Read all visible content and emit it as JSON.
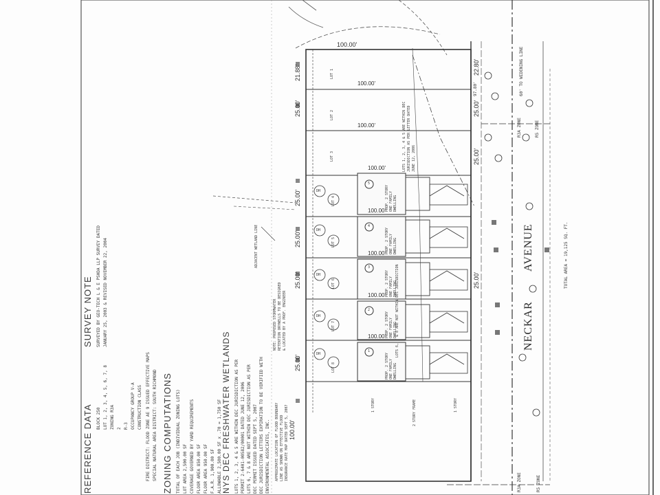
{
  "survey_note": {
    "title": "SURVEY NOTE",
    "line1": "SURVEYED BY GEO-TECH L & E PSHDA LLP SURVEY DATED",
    "line2": "JANUARY 25, 2003 & REVISED NOVEMBER 22, 2004"
  },
  "reference_data": {
    "title": "REFERENCE DATA",
    "rows": [
      {
        "label": "BLOCK",
        "value": "250"
      },
      {
        "label": "LOT",
        "value": "1, 2, 3, 4, 5, 6, 7, 8"
      },
      {
        "label": "ZONING",
        "value": "R3A"
      },
      {
        "label": "",
        "value": "2"
      },
      {
        "label": "",
        "value": "R-3"
      },
      {
        "label": "OCCUPANCY GROUP",
        "value": "V-A"
      },
      {
        "label": "CONSTRUCTION CLASS",
        "value": ""
      }
    ],
    "notes": [
      "FIRE DISTRICT: FLOOD ZONE AE 9 ISSUED EFFECTIVE MAPS",
      "SPECIAL NATURAL AREA DISTRICT: SOUTH RICHMOND"
    ]
  },
  "zoning": {
    "title": "ZONING COMPUTATIONS",
    "rows": [
      "TOTAL OF EACH JOB (INDIVIDUAL ZONING LOTS)",
      "LOT AREA  2,500.00 SF",
      "COVERAGE  GOVERNED BY YARD REQUIREMENTS",
      "FLOOR AREA  850.00 SF",
      "FLOOR AREA  950.00 SF",
      "F.A.R.  1,900.00 SF",
      "ALLOWABLE  2,500.00 SF x .70 = 1,750 SF"
    ]
  },
  "wetlands": {
    "title": "NYS DEC FRESHWATER WETLANDS",
    "rows": [
      "LOTS 1, 2, 3, 4 & 5 ARE WITHIN DEC JURISDICTION AS PER",
      "PERMIT 2-6401-00582/00001 DATED JUNE 12, 2006",
      "LOTS 6, 7 & 8 ARE NOT WITHIN DEC JURISDICTION AS PER",
      "DEC PERMIT ISSUED DATED SEPT 5, 2007",
      "DEC JURISDICTION LETTERS EXPIRATION TO BE VERIFIED WITH",
      "ENVIRONMENTAL ASSOCIATES, INC."
    ]
  },
  "drawing": {
    "street_name": "NECKAR",
    "street_suffix": "AVENUE",
    "street_width": "60' TO WIDENING LINE",
    "total_area": "TOTAL AREA = 19,125 SQ. FT.",
    "zone_top_left": "R3A ZONE",
    "zone_top_right": "R5 ZONE",
    "zone_bottom_left": "R3A ZONE",
    "zone_bottom_right": "R5 ZONE",
    "wetland_label": "ADJACENT WETLAND LINE",
    "stormwater_note": "NOTE: PROPOSED STORMWATER RETENTION DRYWELLS TO BE DESIGNED & LOCATED BY A PROF. ENGINEER",
    "flood_note": "APPROXIMATE LOCATION OF FLOOD BOUNDARY LINE AS SHOWN ON EFFECTIVE FLOOD INSURANCE RATE MAP DATED SEPT 5, 2007",
    "dim_100": "100.00'",
    "dim_25": "25.00'",
    "dim_2188": "21.88'",
    "dim_2280": "22.80'",
    "dim_9780": "97.80'",
    "existing_1_story": "1 STORY",
    "existing_2_story": "2 STORY FRAME",
    "lots_note": "LOTS 1, 2, 3, 4 & 5 ARE WITHIN DEC JURISDICTION AS PER LETTER DATED JUNE 12, 2006",
    "lots_note2": "LOTS 6, 7 & 8 ARE NOT WITHIN DEC JURISDICTION",
    "dwelling_label": "PROP. 2 STORY ONE FAMILY DWELLING",
    "dh": "DH",
    "lots": [
      {
        "number": "1",
        "label": "LOT 1"
      },
      {
        "number": "2",
        "label": "LOT 2"
      },
      {
        "number": "3",
        "label": "LOT 3"
      },
      {
        "number": "4",
        "label": "LOT 4"
      },
      {
        "number": "5",
        "label": "LOT 5"
      },
      {
        "number": "6",
        "label": "LOT 6"
      },
      {
        "number": "7",
        "label": "LOT 7"
      },
      {
        "number": "8",
        "label": "LOT 8"
      }
    ],
    "proposed_houses": [
      "1",
      "2",
      "3",
      "4",
      "5"
    ]
  }
}
